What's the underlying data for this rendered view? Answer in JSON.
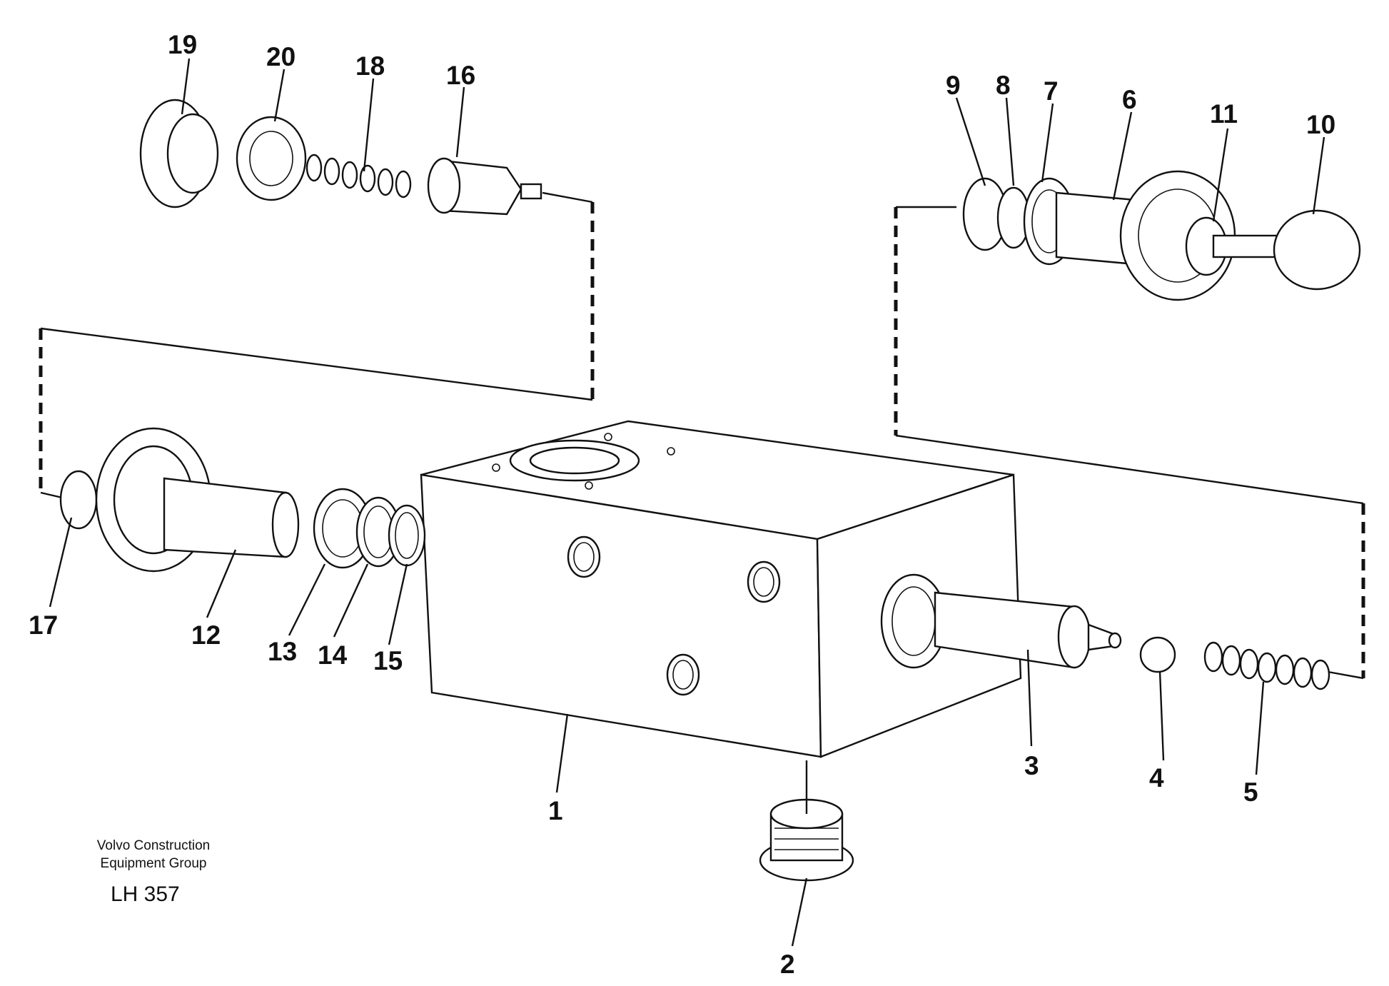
{
  "caption": {
    "line1": "Volvo Construction",
    "line2": "Equipment Group",
    "code": "LH 357"
  },
  "labels": {
    "l1": "1",
    "l2": "2",
    "l3": "3",
    "l4": "4",
    "l5": "5",
    "l6": "6",
    "l7": "7",
    "l8": "8",
    "l9": "9",
    "l10": "10",
    "l11": "11",
    "l12": "12",
    "l13": "13",
    "l14": "14",
    "l15": "15",
    "l16": "16",
    "l17": "17",
    "l18": "18",
    "l19": "19",
    "l20": "20"
  }
}
